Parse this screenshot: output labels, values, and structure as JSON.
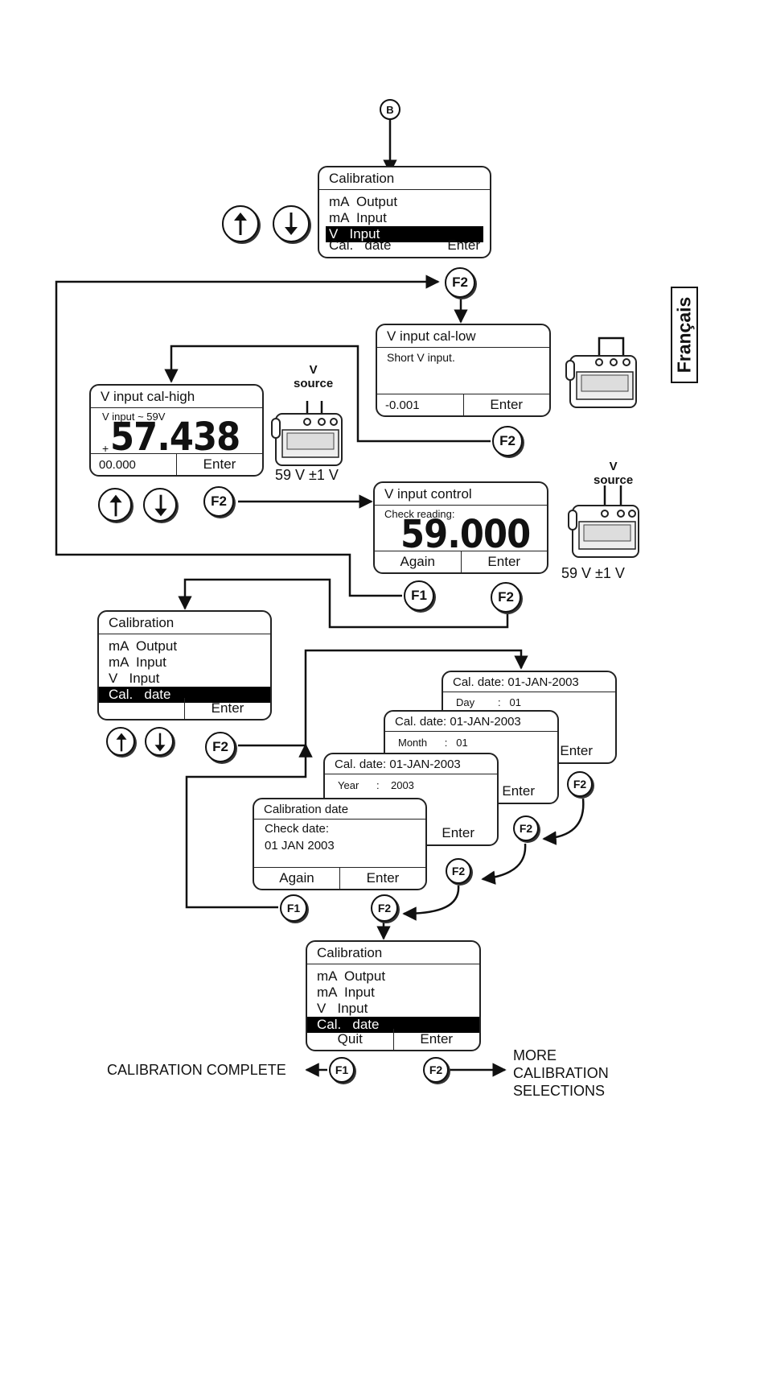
{
  "connector_b": "B",
  "language_tab": "Français",
  "screens": {
    "cal_menu_top": {
      "title": "Calibration",
      "items": [
        "mA  Output",
        "mA  Input",
        "V   Input"
      ],
      "footer_left": "Cal.   date",
      "footer_right": "Enter"
    },
    "v_input_cal_low": {
      "title": "V input cal-low",
      "message": "Short V input.",
      "footer_left": "-0.001",
      "footer_right": "Enter"
    },
    "v_input_cal_high": {
      "title": "V input cal-high",
      "sub": "V input ~ 59V",
      "sign": "+",
      "reading": "57.438",
      "footer_left": "00.000",
      "footer_right": "Enter"
    },
    "v_input_control": {
      "title": "V input control",
      "sub": "Check reading:",
      "reading": "59.000",
      "footer_left": "Again",
      "footer_right": "Enter"
    },
    "cal_menu_mid": {
      "title": "Calibration",
      "items": [
        "mA  Output",
        "mA  Input",
        "V   Input",
        "Cal.   date"
      ],
      "footer_left": "",
      "footer_right": "Enter"
    },
    "cal_date_day": {
      "title": "Cal. date: 01-JAN-2003",
      "field": "Day        :   01",
      "footer_right": "Enter"
    },
    "cal_date_month": {
      "title": "Cal. date: 01-JAN-2003",
      "field": "Month      :   01",
      "footer_right": "Enter"
    },
    "cal_date_year": {
      "title": "Cal. date: 01-JAN-2003",
      "field": "Year      :    2003",
      "footer_right": "Enter"
    },
    "calibration_date": {
      "title": "Calibration date",
      "line1": "Check date:",
      "line2": "01 JAN 2003",
      "footer_left": "Again",
      "footer_right": "Enter"
    },
    "cal_menu_bottom": {
      "title": "Calibration",
      "items": [
        "mA  Output",
        "mA  Input",
        "V   Input",
        "Cal.   date"
      ],
      "footer_left": "Quit",
      "footer_right": "Enter"
    }
  },
  "keys": {
    "f1": "F1",
    "f2": "F2"
  },
  "labels": {
    "v_source_1": "V\nsource",
    "v_source_2": "V\nsource",
    "tolerance_1": "59 V ±1 V",
    "tolerance_2": "59 V ±1 V",
    "calibration_complete": "CALIBRATION COMPLETE",
    "more_selections": [
      "MORE",
      "CALIBRATION",
      "SELECTIONS"
    ]
  },
  "icons": [
    "up-arrow-key-icon",
    "down-arrow-key-icon",
    "calibrator-device-icon"
  ]
}
